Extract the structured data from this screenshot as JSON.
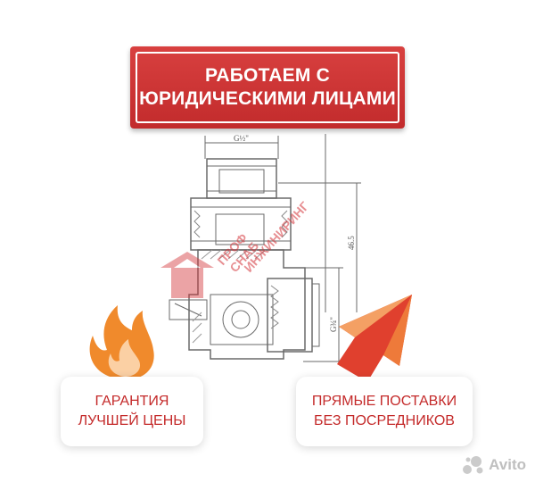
{
  "banner": {
    "line1": "РАБОТАЕМ С",
    "line2": "ЮРИДИЧЕСКИМИ ЛИЦАМИ"
  },
  "drawing": {
    "label_top": "G½\"",
    "label_dimension": "46.5",
    "label_side": "G¾\""
  },
  "watermark": {
    "line1": "ПРОФ",
    "line2": "СНАБ",
    "line3": "ИНЖИНИРИНГ"
  },
  "badges": {
    "left": {
      "line1": "ГАРАНТИЯ",
      "line2": "ЛУЧШЕЙ ЦЕНЫ"
    },
    "right": {
      "line1": "ПРЯМЫЕ ПОСТАВКИ",
      "line2": "БЕЗ ПОСРЕДНИКОВ"
    }
  },
  "avito": {
    "label": "Avito"
  },
  "colors": {
    "banner_red": "#c22b2c",
    "badge_text": "#c42a2a",
    "flame_orange": "#f08a2c",
    "arrow_red": "#e0402e"
  }
}
